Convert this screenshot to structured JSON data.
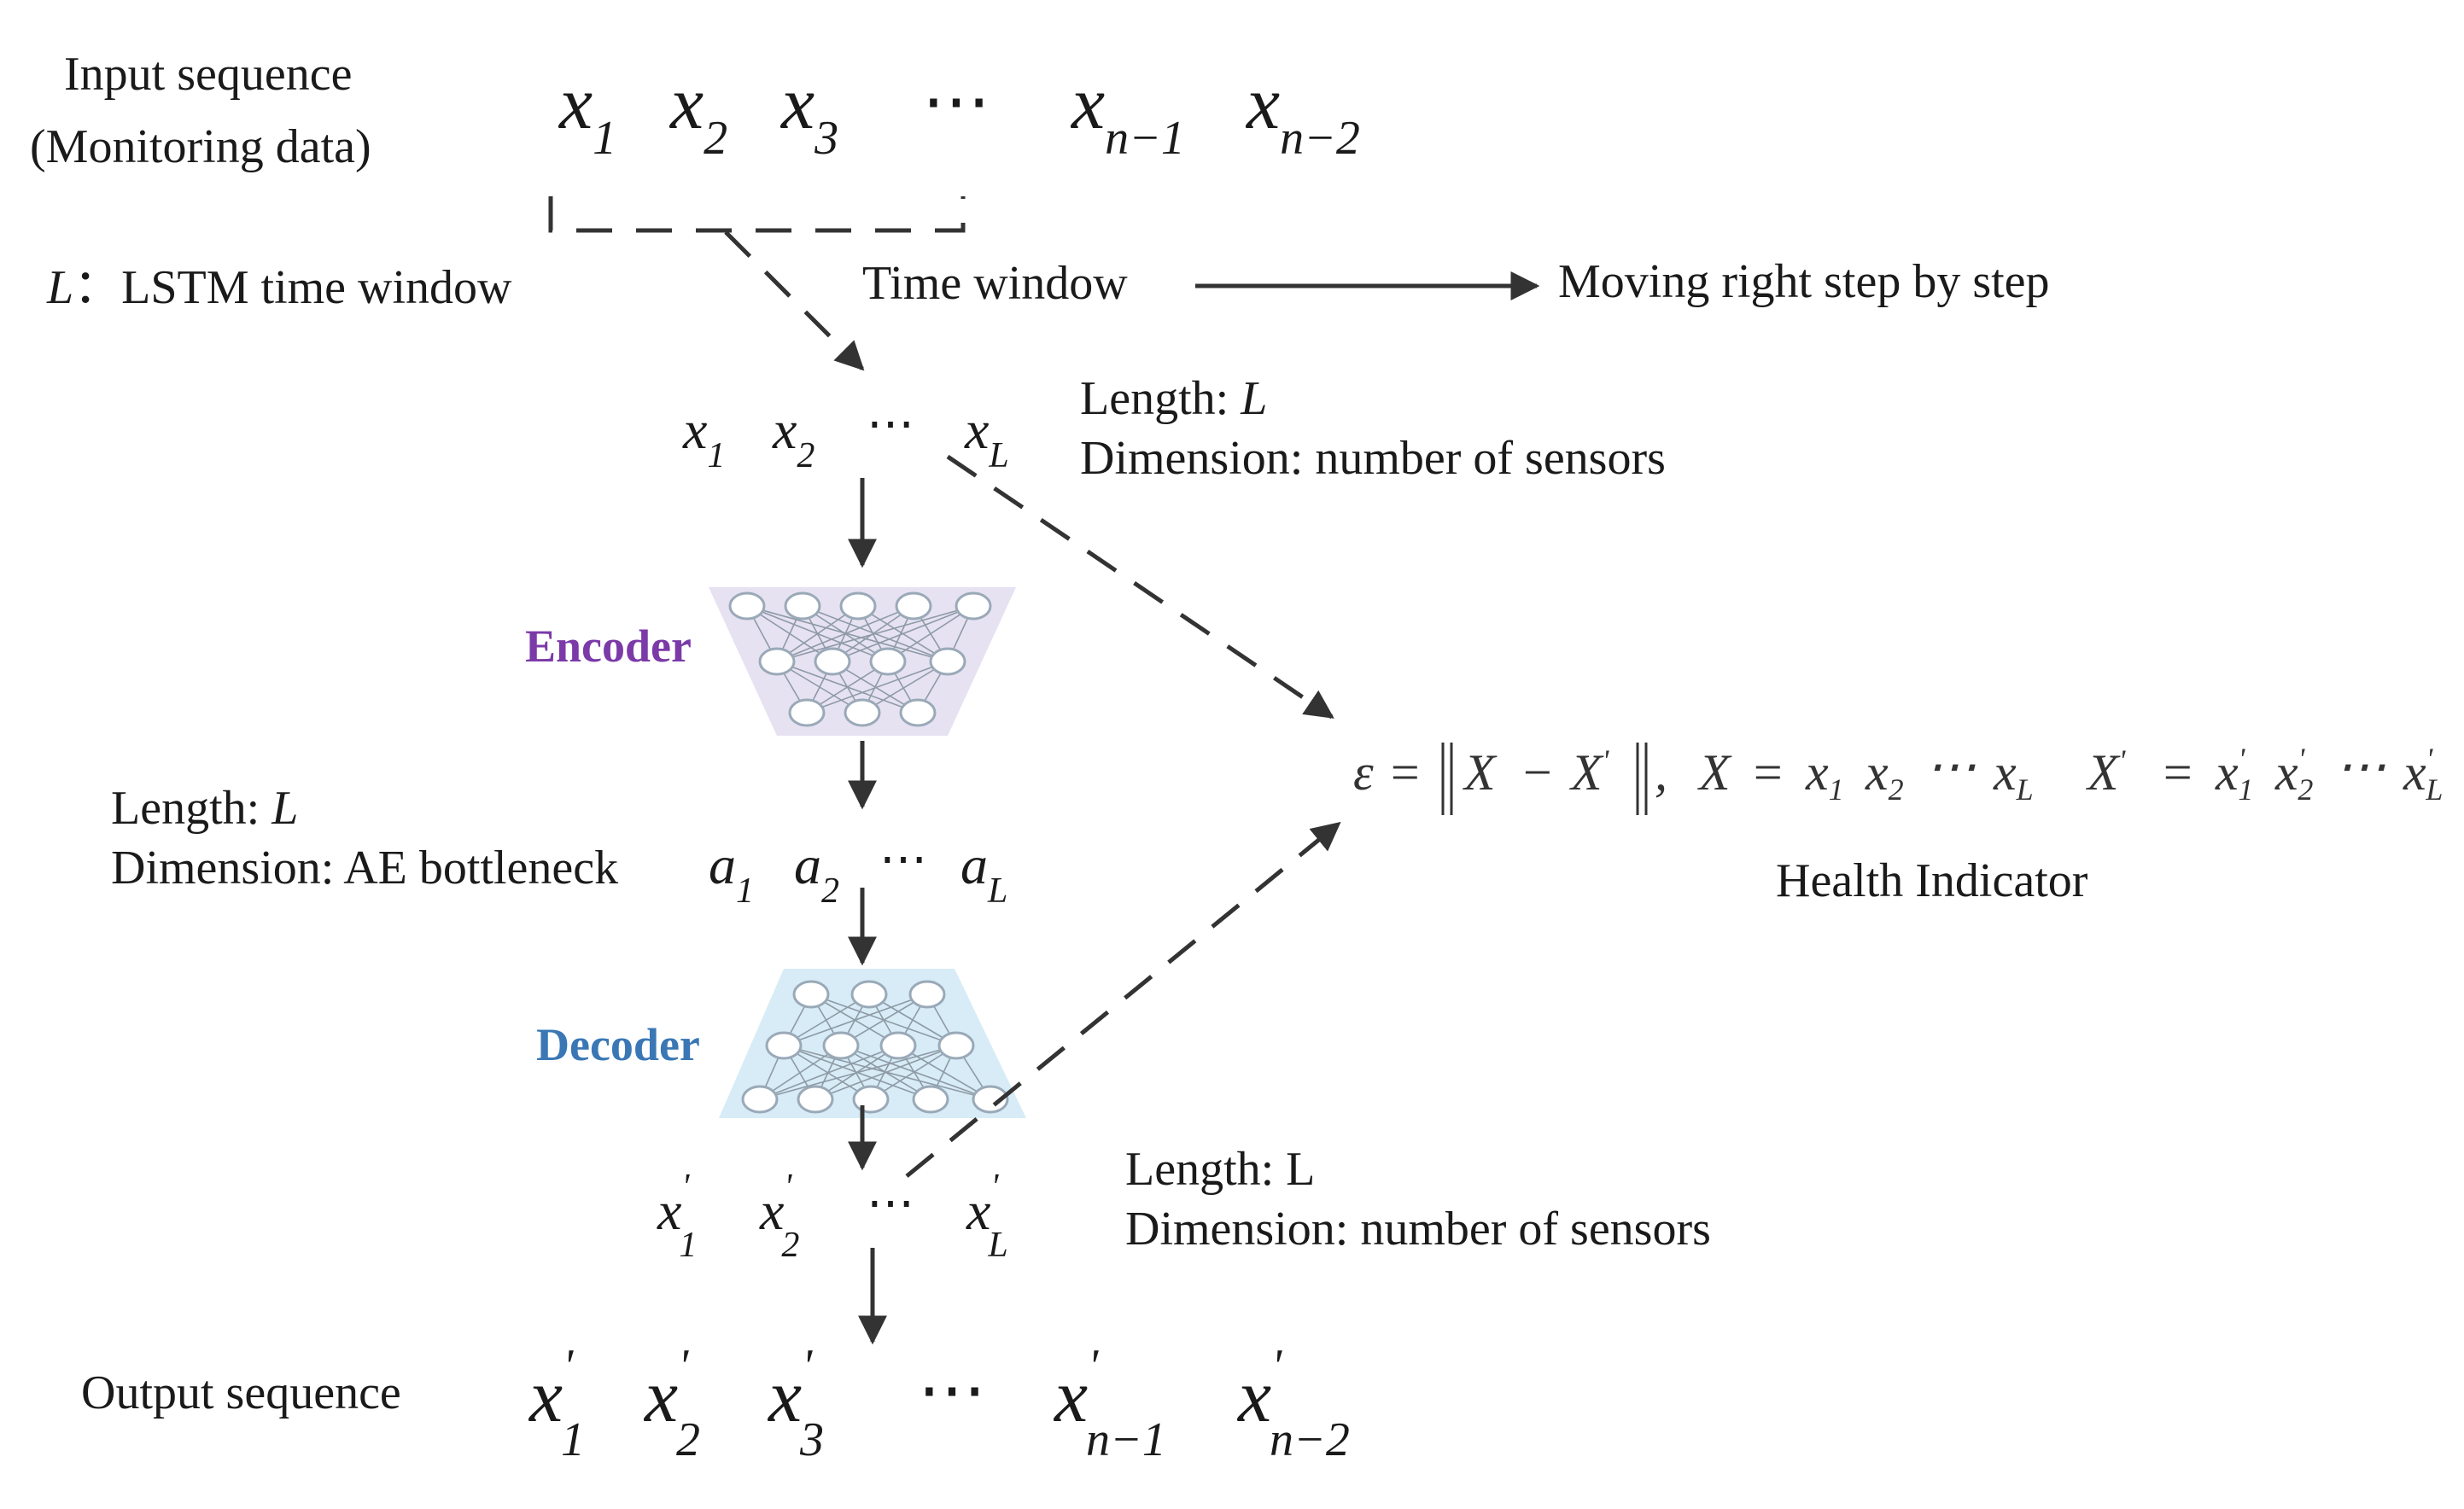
{
  "input_label_line1": "Input sequence",
  "input_label_line2": "(Monitoring data)",
  "lstm_window_prefix": "L",
  "lstm_window_label": "：LSTM time window",
  "time_window_label": "Time window",
  "moving_label": "Moving right step by step",
  "window_length_prefix": "Length: ",
  "window_length_symbol": "L",
  "window_dimension": "Dimension: number of sensors",
  "encoder_label": "Encoder",
  "decoder_label": "Decoder",
  "bottleneck_length_prefix": "Length: ",
  "bottleneck_length_symbol": "L",
  "bottleneck_dimension": "Dimension: AE bottleneck",
  "output_length": "Length: L",
  "output_dimension": "Dimension: number of sensors",
  "output_label": "Output sequence",
  "health_indicator_label": "Health Indicator",
  "colors": {
    "encoder": "#7b3aa8",
    "decoder": "#3a77b4",
    "encoder_fill": "#e6e2f2",
    "decoder_fill": "#d7ecf6",
    "arrow": "#333333"
  },
  "icons": {
    "encoder": "neural-network-funnel-icon",
    "decoder": "neural-network-expand-icon"
  }
}
